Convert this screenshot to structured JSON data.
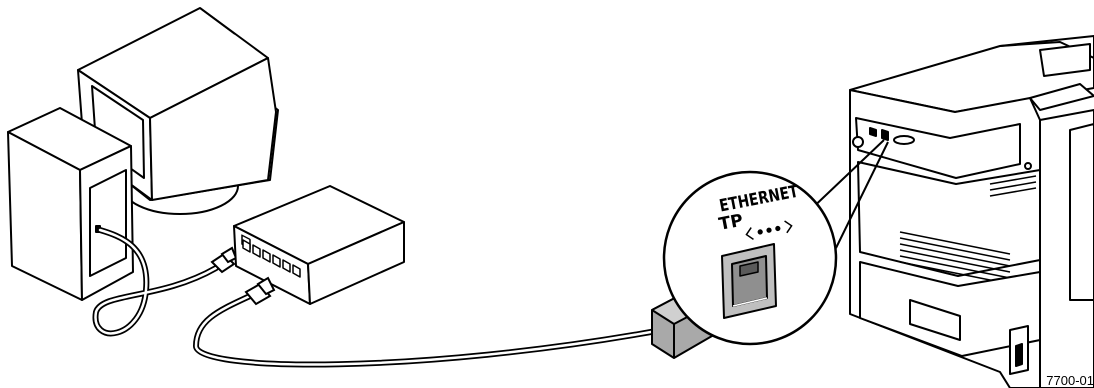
{
  "callout": {
    "ethernet_label": "ETHERNET",
    "tp_label": "TP"
  },
  "figure_id": "7700-01",
  "icons": {
    "computer": "desktop-computer-icon",
    "monitor": "crt-monitor-icon",
    "hub": "network-hub-icon",
    "printer": "printer-icon",
    "connector": "rj45-connector-icon"
  },
  "colors": {
    "line": "#000000",
    "fill": "#ffffff",
    "shade": "#bfbfbf",
    "port_fill": "#a9a9a9"
  }
}
